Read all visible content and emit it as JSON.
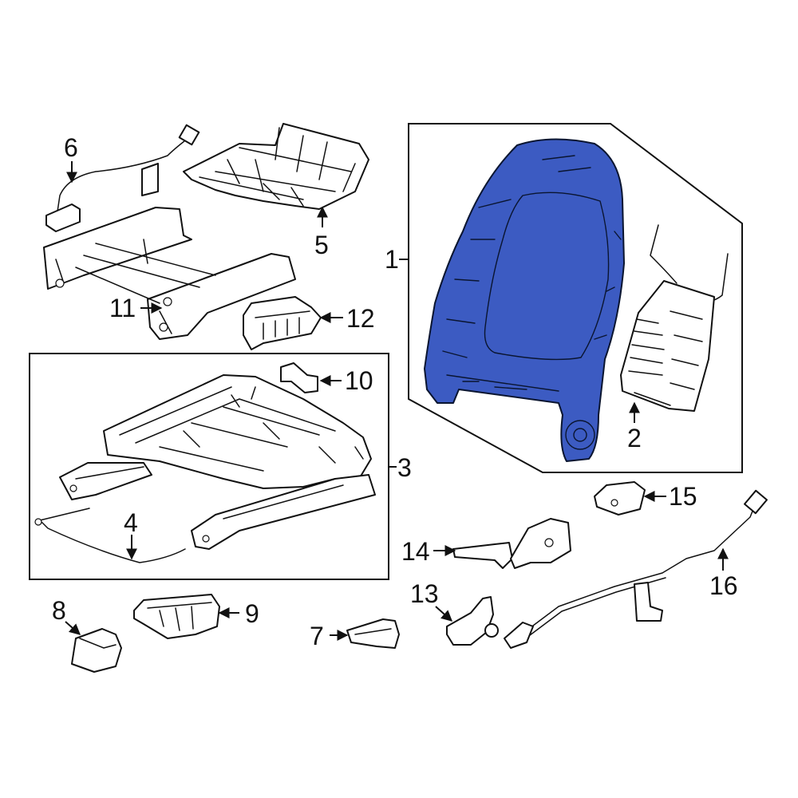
{
  "callouts": {
    "c1": "1",
    "c2": "2",
    "c3": "3",
    "c4": "4",
    "c5": "5",
    "c6": "6",
    "c7": "7",
    "c8": "8",
    "c9": "9",
    "c10": "10",
    "c11": "11",
    "c12": "12",
    "c13": "13",
    "c14": "14",
    "c15": "15",
    "c16": "16"
  },
  "highlight_color": "#3c5bc2",
  "highlighted_part": "1"
}
